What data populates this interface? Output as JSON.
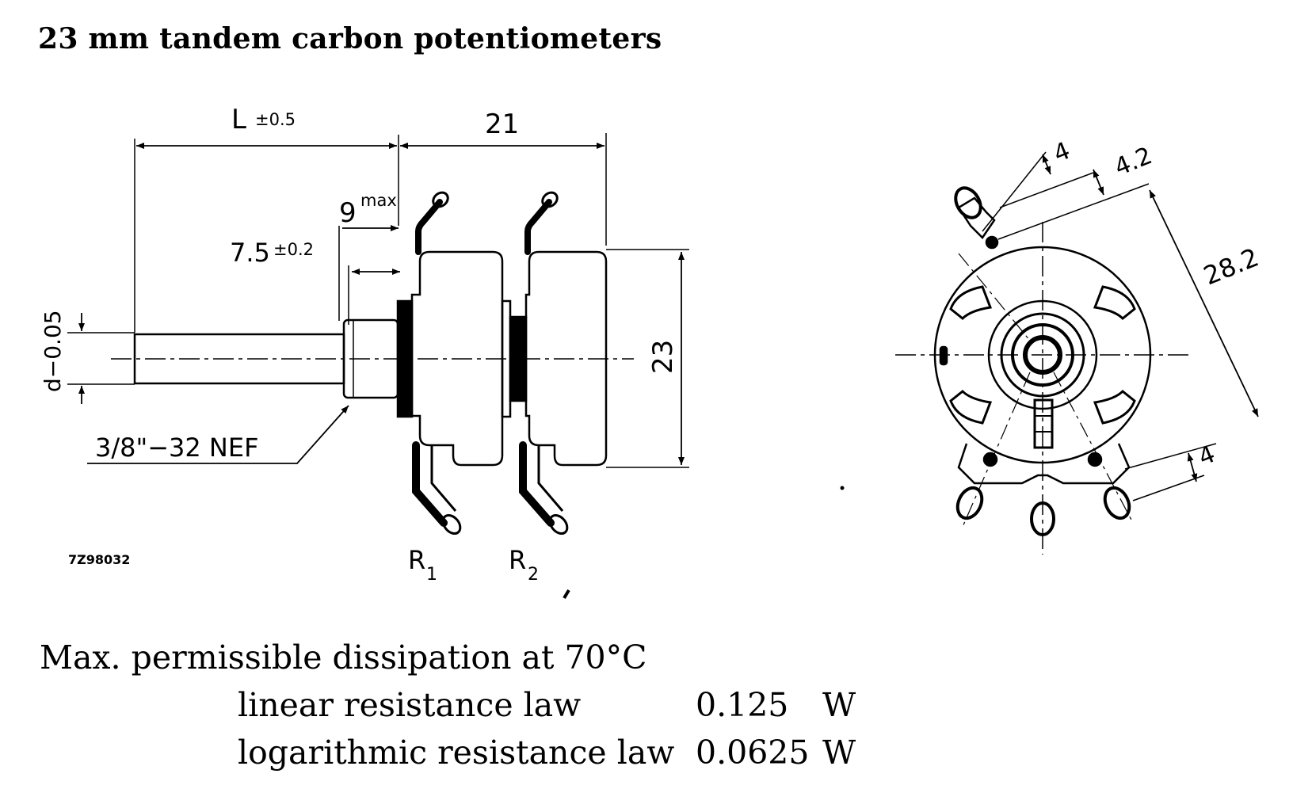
{
  "title": "23 mm tandem carbon potentiometers",
  "side_view": {
    "dim_length": "L",
    "dim_length_tol": "±0.5",
    "dim_body": "21",
    "dim_bush_max": "9",
    "dim_bush_max_suffix": "max",
    "dim_thread_len": "7.5",
    "dim_thread_len_tol": "±0.2",
    "dim_shaft_dia": "d−0.05",
    "dim_height": "23",
    "thread_spec": "3/8\"−32 NEF",
    "label_r1": "R",
    "label_r1_sub": "1",
    "label_r2": "R",
    "label_r2_sub": "2",
    "drawing_code": "7Z98032"
  },
  "front_view": {
    "dim_a": "4",
    "dim_b": "4.2",
    "dim_c": "28.2",
    "dim_d": "4"
  },
  "specs": {
    "heading": "Max. permissible dissipation at 70°C",
    "rows": [
      {
        "label": "linear resistance law",
        "value": "0.125",
        "unit": "W"
      },
      {
        "label": "logarithmic resistance law",
        "value": "0.0625",
        "unit": "W"
      }
    ]
  }
}
